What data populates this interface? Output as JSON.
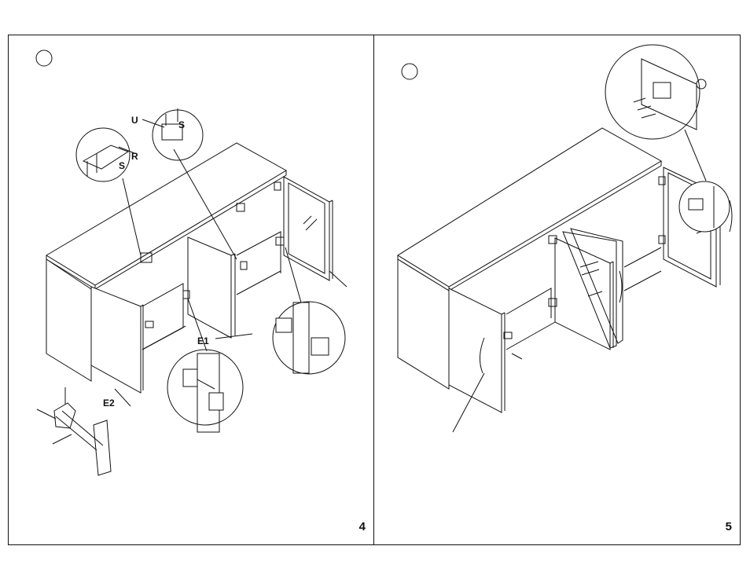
{
  "steps": {
    "left": {
      "page_number": "4",
      "labels": {
        "u": "U",
        "s_top": "S",
        "r": "R",
        "s_bottom": "S",
        "e1": "E1",
        "e2": "E2"
      }
    },
    "right": {
      "page_number": "5"
    }
  }
}
